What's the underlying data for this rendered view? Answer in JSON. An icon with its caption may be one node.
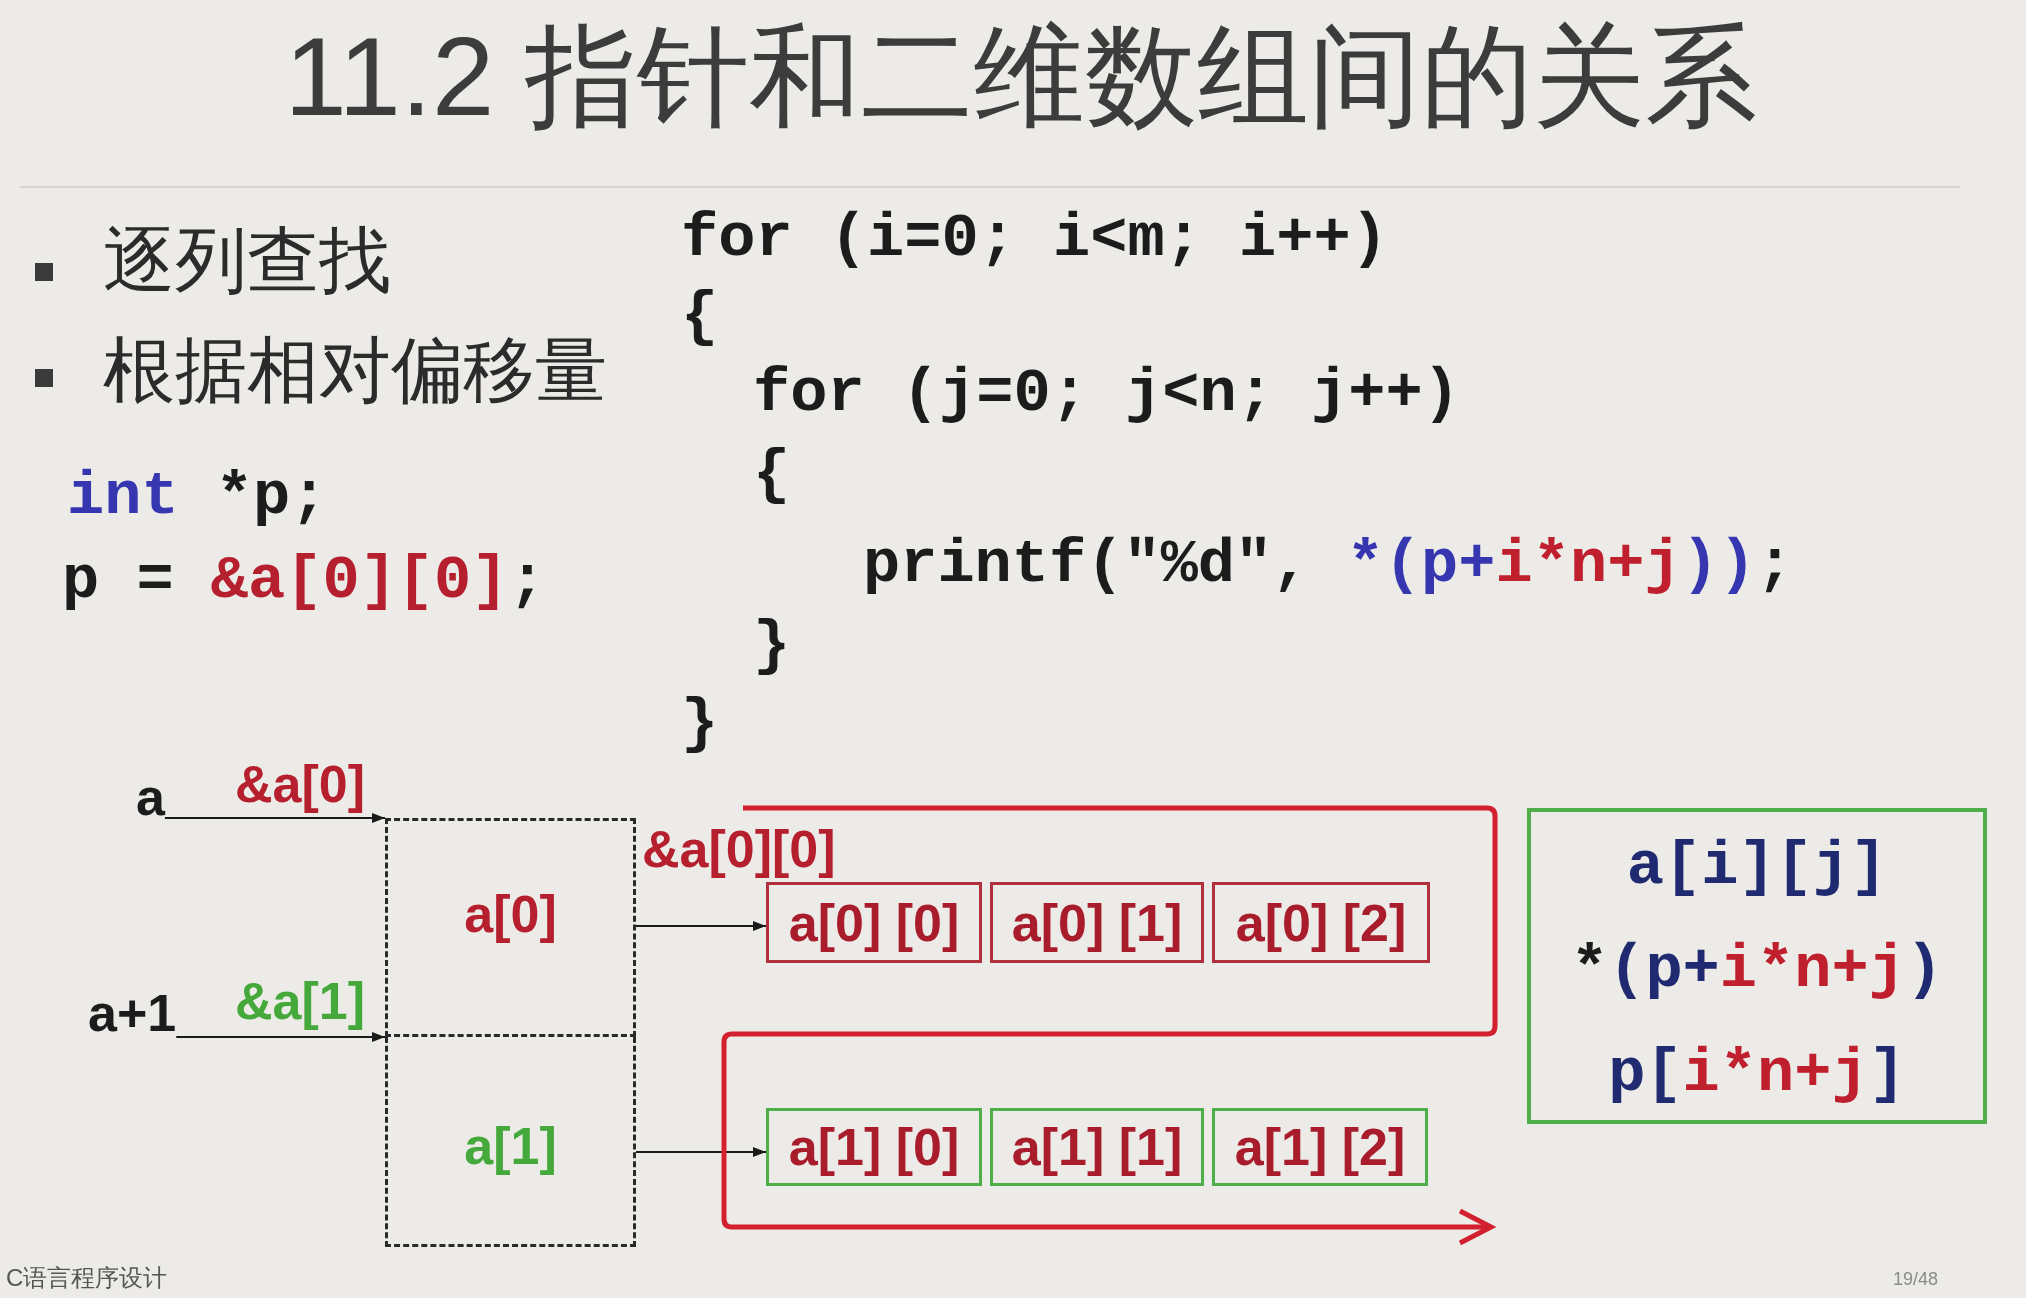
{
  "diagram": {
    "title": "11.2 指针和二维数组间的关系",
    "nodes": [
      {
        "text": [
          "a"
        ]
      },
      {
        "text": [
          "a+1"
        ]
      },
      {
        "text": [
          "a[0]"
        ]
      },
      {
        "text": [
          "a[1]"
        ]
      },
      {
        "text": [
          "a[0] [0]"
        ],
        "beside": [
          "&a[0][0]"
        ]
      },
      {
        "text": [
          "a[0] [1]"
        ]
      },
      {
        "text": [
          "a[0] [2]"
        ]
      },
      {
        "text": [
          "a[1] [0]"
        ]
      },
      {
        "text": [
          "a[1] [1]"
        ]
      },
      {
        "text": [
          "a[1] [2]"
        ]
      },
      {
        "text": [
          "a[i][j]",
          "*(p+i*n+j)",
          "p[i*n+j]"
        ]
      }
    ],
    "edges": [
      {
        "from": 0,
        "to": 2,
        "arrow": "to",
        "label": "&a[0]"
      },
      {
        "from": 2,
        "to": 4,
        "arrow": "to"
      },
      {
        "from": 1,
        "to": 3,
        "arrow": "to",
        "label": "&a[1]"
      },
      {
        "from": 3,
        "to": 7,
        "arrow": "to"
      }
    ],
    "labels": [
      "逐列查找",
      "根据相对偏移量",
      "int *p;",
      "p = &a[0][0];",
      "for (i=0; i<m; i++)",
      "{",
      "for (j=0; j<n; j++)",
      "{",
      "printf(\"%d\", *(p+i*n+j));",
      "}",
      "}",
      "C语言程序设计",
      "19/48"
    ]
  }
}
